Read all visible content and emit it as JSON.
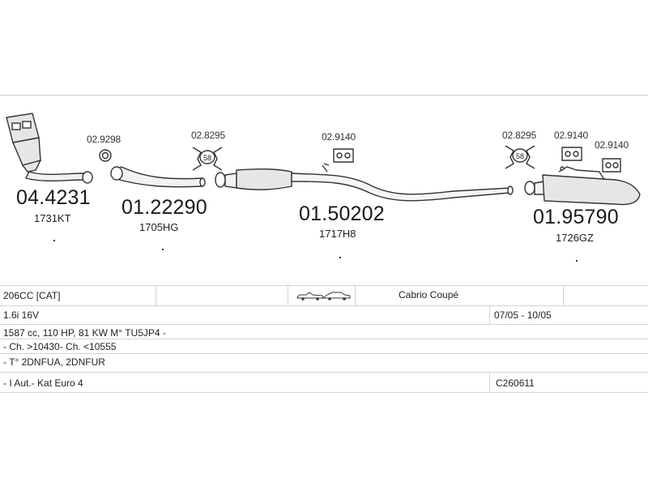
{
  "parts": [
    {
      "code": "04.4231",
      "ref": "1731KT"
    },
    {
      "code": "01.22290",
      "ref": "1705HG"
    },
    {
      "code": "01.50202",
      "ref": "1717H8"
    },
    {
      "code": "01.95790",
      "ref": "1726GZ"
    }
  ],
  "accessories": [
    {
      "code": "02.9298"
    },
    {
      "code": "02.8295",
      "badge": "58"
    },
    {
      "code": "02.9140"
    },
    {
      "code": "02.8295",
      "badge": "58"
    },
    {
      "code": "02.9140"
    },
    {
      "code": "02.9140"
    }
  ],
  "vehicle": {
    "model": "206CC  [CAT]",
    "body_type": "Cabrio Coupé",
    "engine": "1.6i 16V",
    "period": "07/05 - 10/05",
    "specs": "1587 cc, 110 HP, 81 KW M° TU5JP4 -",
    "chassis": "- Ch. >10430- Ch. <10555",
    "type_codes": "- T° 2DNFUA, 2DNFUR",
    "transmission": "- I Aut.- Kat Euro 4",
    "catalog_code": "C260611"
  },
  "icons": [
    "car-cabrio-icon",
    "car-coupe-icon"
  ],
  "colors": {
    "line": "#333333",
    "part_fill": "#e6e6e6",
    "grid": "#d4d4d4"
  }
}
